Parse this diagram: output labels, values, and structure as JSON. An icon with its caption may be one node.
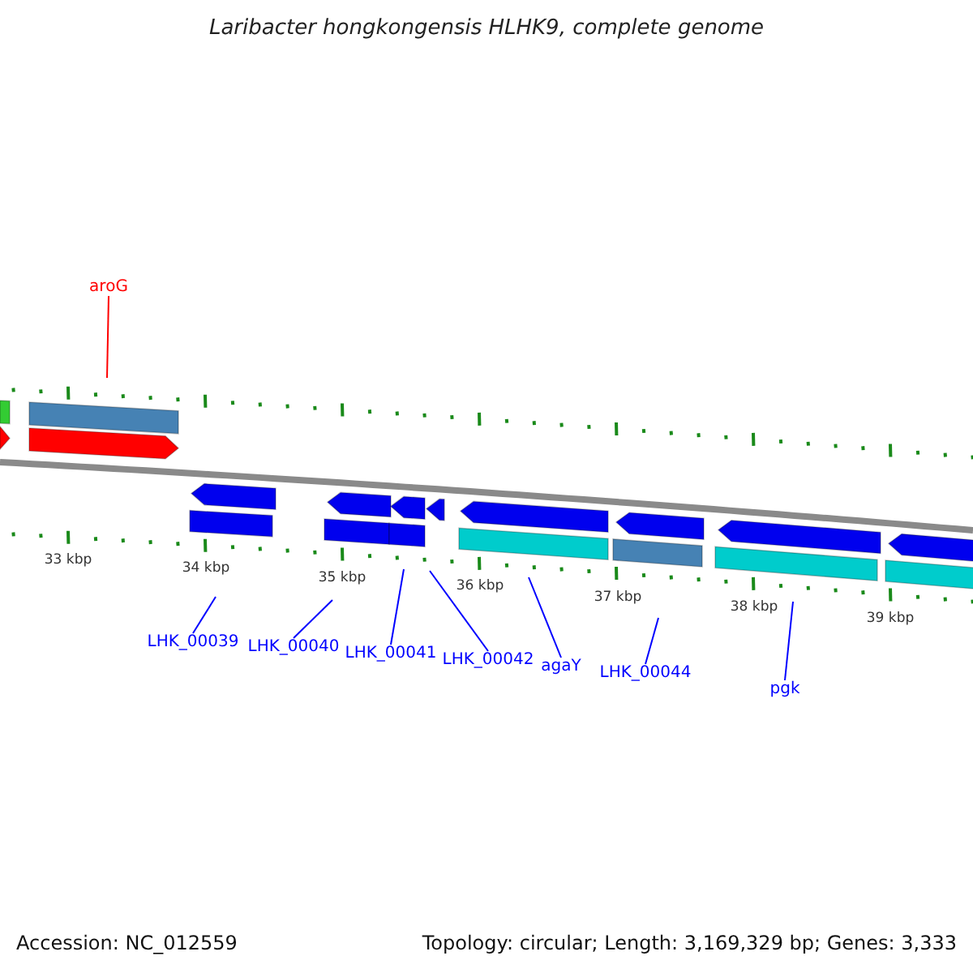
{
  "diagram": {
    "title": "Laribacter hongkongensis HLHK9, complete genome",
    "nodes": [
      {
        "text": [
          "aroG"
        ]
      },
      {
        "text": [
          "LHK_00039"
        ]
      },
      {
        "text": [
          "LHK_00040"
        ]
      },
      {
        "text": [
          "LHK_00041"
        ]
      },
      {
        "text": [
          "LHK_00042"
        ]
      },
      {
        "text": [
          "agaY"
        ]
      },
      {
        "text": [
          "LHK_00044"
        ]
      },
      {
        "text": [
          "pgk"
        ]
      }
    ],
    "edges": [
      {
        "from": 0,
        "to": null,
        "arrow": "none",
        "color": "#ff0000"
      },
      {
        "from": 1,
        "to": null,
        "arrow": "none"
      },
      {
        "from": 2,
        "to": null,
        "arrow": "none"
      },
      {
        "from": 3,
        "to": null,
        "arrow": "none"
      },
      {
        "from": 4,
        "to": null,
        "arrow": "none"
      },
      {
        "from": 5,
        "to": null,
        "arrow": "none"
      },
      {
        "from": 6,
        "to": null,
        "arrow": "none"
      },
      {
        "from": 7,
        "to": null,
        "arrow": "none"
      }
    ],
    "labels": [
      "33 kbp",
      "34 kbp",
      "35 kbp",
      "36 kbp",
      "37 kbp",
      "38 kbp",
      "39 kbp",
      "Accession: NC_012559",
      "Topology: circular; Length: 3,169,329 bp; Genes: 3,333"
    ]
  }
}
